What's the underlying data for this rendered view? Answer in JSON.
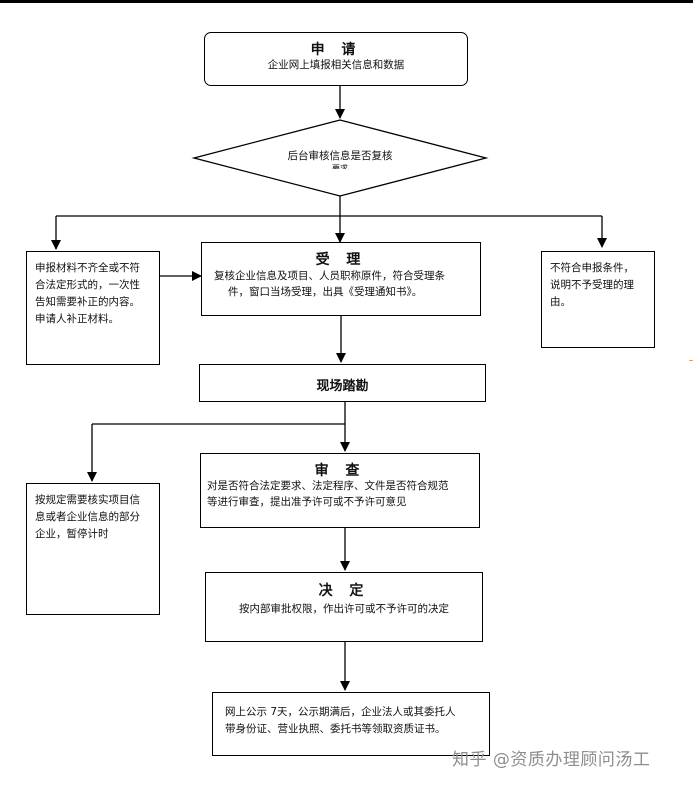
{
  "nodes": {
    "apply": {
      "title": "申 请",
      "text": "企业网上填报相关信息和数据"
    },
    "check": {
      "text": "后台审核信息是否复核",
      "subtext": "要求"
    },
    "accept": {
      "title": "受 理",
      "lines": [
        "复核企业信息及项目、人员职称原件，符合受理条",
        "件，窗口当场受理，出具《受理通知书》。"
      ]
    },
    "incomplete": {
      "lines": [
        "申报材料不齐全或不符",
        "合法定形式的，一次性",
        "告知需要补正的内容。",
        "申请人补正材料。"
      ]
    },
    "reject": {
      "lines": [
        "不符合申报条件，",
        "说明不予受理的理",
        "由。"
      ]
    },
    "survey": {
      "title": "现场踏勘"
    },
    "review": {
      "title": "审 查",
      "lines": [
        "对是否符合法定要求、法定程序、文件是否符合规范",
        "等进行审查，提出准予许可或不予许可意见"
      ]
    },
    "pause": {
      "lines": [
        "按规定需要核实项目信",
        "息或者企业信息的部分",
        "企业，暂停计时"
      ]
    },
    "decide": {
      "title": "决 定",
      "text": "按内部审批权限，作出许可或不予许可的决定"
    },
    "publish": {
      "lines": [
        "网上公示 7天，公示期满后，企业法人或其委托人",
        "带身份证、营业执照、委托书等领取资质证书。"
      ]
    }
  },
  "watermark": "知乎 @资质办理顾问汤工"
}
